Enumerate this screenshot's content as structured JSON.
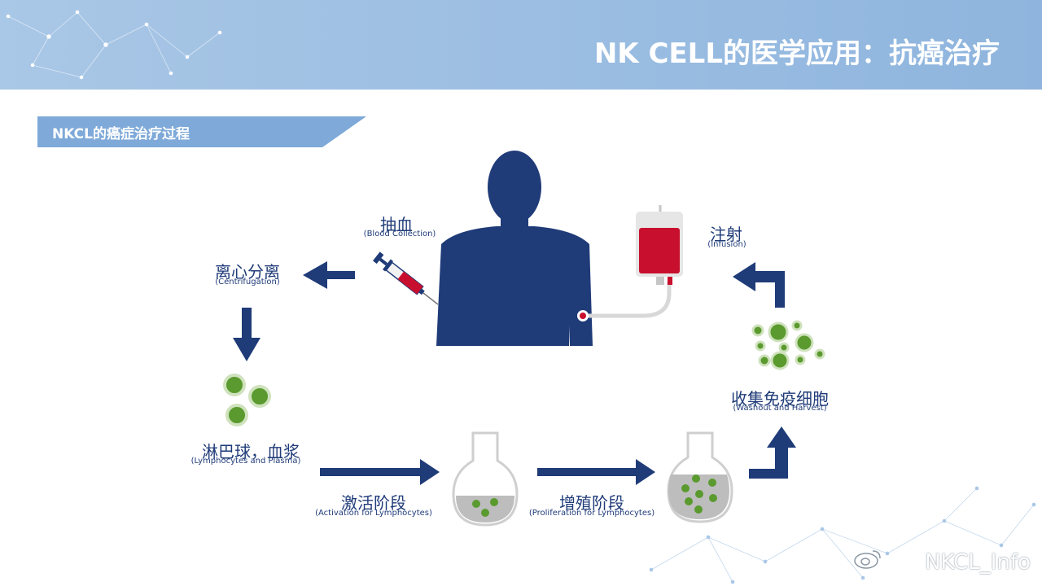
{
  "header": {
    "title": "NK CELL的医学应用：抗癌治疗"
  },
  "section": {
    "label": "NKCL的癌症治疗过程"
  },
  "steps": {
    "blood_collection": {
      "zh": "抽血",
      "en": "(Blood Collection)"
    },
    "infusion": {
      "zh": "注射",
      "en": "(Infusion)"
    },
    "centrifugation": {
      "zh": "离心分离",
      "en": "(Centrifugation)"
    },
    "lymphocytes_plasma": {
      "zh": "淋巴球，血浆",
      "en": "(Lymphocytes and Plasma)"
    },
    "activation": {
      "zh": "激活阶段",
      "en": "(Activation for Lymphocytes)"
    },
    "proliferation": {
      "zh": "增殖阶段",
      "en": "(Proliferation for Lymphocytes)"
    },
    "harvest": {
      "zh": "收集免疫细胞",
      "en": "(Washout and Harvest)"
    }
  },
  "watermark": {
    "text": "NKCL_Info"
  },
  "colors": {
    "navy": "#1f3b78",
    "blood": "#c8102e",
    "cell_green": "#5a9a2e",
    "header_blue": "#9dbfe3"
  }
}
